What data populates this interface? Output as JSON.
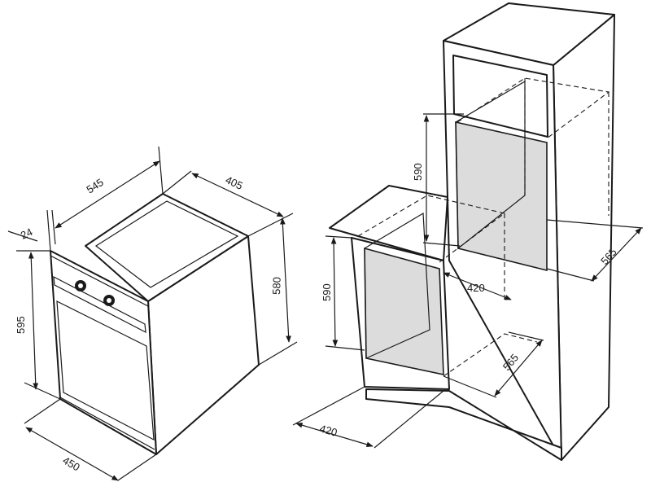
{
  "oven": {
    "dimensions": {
      "depth_total": "545",
      "depth_body": "405",
      "front_thickness": "24",
      "front_height": "595",
      "body_height": "580",
      "front_width": "450"
    }
  },
  "installation": {
    "dimensions": {
      "tall_niche_height": "590",
      "tall_niche_depth": "565",
      "tall_niche_width": "420",
      "under_niche_height": "590",
      "under_niche_depth": "565",
      "under_niche_width": "420"
    }
  },
  "colors": {
    "line": "#1a1a1a",
    "cavity": "#dcdcdc",
    "background": "#ffffff"
  }
}
